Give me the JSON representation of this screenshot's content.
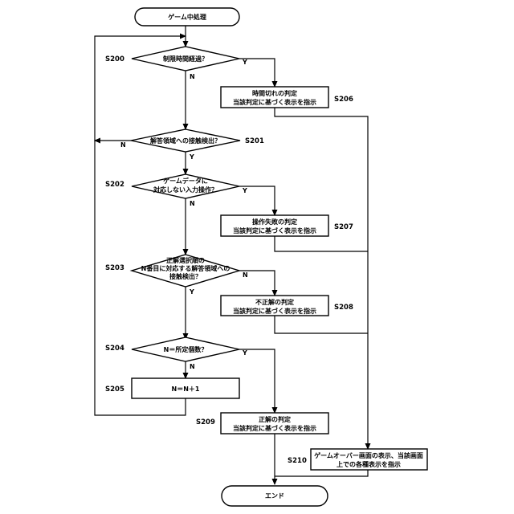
{
  "nodes": {
    "start": [
      "ゲーム中処理"
    ],
    "d200": [
      "制限時間経過？"
    ],
    "p206": [
      "時間切れの判定",
      "当該判定に基づく表示を指示"
    ],
    "d201": [
      "解答領域への接触検出？"
    ],
    "d202": [
      "ゲームデータに",
      "対応しない入力操作？"
    ],
    "p207": [
      "操作失敗の判定",
      "当該判定に基づく表示を指示"
    ],
    "d203": [
      "正解選択順の",
      "N番目に対応する解答領域への",
      "接触検出？"
    ],
    "p208": [
      "不正解の判定",
      "当該判定に基づく表示を指示"
    ],
    "d204": [
      "N＝所定個数？"
    ],
    "p205": [
      "N＝N＋1"
    ],
    "p209": [
      "正解の判定",
      "当該判定に基づく表示を指示"
    ],
    "p210": [
      "ゲームオーバー画面の表示、当該画面",
      "上での各種表示を指示"
    ],
    "end": [
      "エンド"
    ]
  },
  "steps": {
    "s200": "S200",
    "s201": "S201",
    "s202": "S202",
    "s203": "S203",
    "s204": "S204",
    "s205": "S205",
    "s206": "S206",
    "s207": "S207",
    "s208": "S208",
    "s209": "S209",
    "s210": "S210"
  },
  "yes_label": "Y",
  "no_label": "N"
}
